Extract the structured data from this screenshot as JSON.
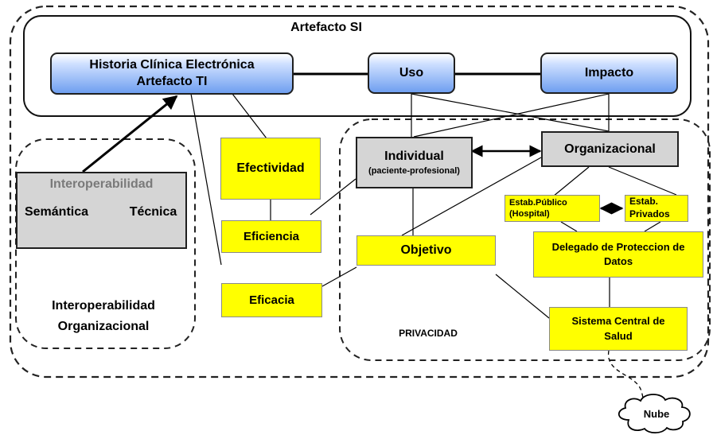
{
  "artefacto_si": {
    "title": "Artefacto SI"
  },
  "hce": {
    "line1": "Historia Clínica Electrónica",
    "line2": "Artefacto TI"
  },
  "uso": {
    "label": "Uso"
  },
  "impacto": {
    "label": "Impacto"
  },
  "interop": {
    "title": "Interoperabilidad",
    "semantica": "Semántica",
    "tecnica": "Técnica",
    "org_line1": "Interoperabilidad",
    "org_line2": "Organizacional"
  },
  "efectividad": {
    "label": "Efectividad"
  },
  "eficiencia": {
    "label": "Eficiencia"
  },
  "eficacia": {
    "label": "Eficacia"
  },
  "individual": {
    "line1": "Individual",
    "line2": "(paciente-profesional)"
  },
  "organizacional": {
    "label": "Organizacional"
  },
  "estab_publico": {
    "line1": "Estab.Público",
    "line2": "(Hospital)"
  },
  "estab_privados": {
    "line1": "Estab.",
    "line2": "Privados"
  },
  "delegado": {
    "line1": "Delegado de Proteccion de",
    "line2": "Datos"
  },
  "objetivo": {
    "label": "Objetivo"
  },
  "sistema_central": {
    "line1": "Sistema Central de",
    "line2": "Salud"
  },
  "privacidad": {
    "label": "PRIVACIDAD"
  },
  "nube": {
    "label": "Nube"
  },
  "colors": {
    "blue_gradient": "#6f9ff0",
    "yellow": "#ffff00",
    "gray": "#d5d5d5",
    "line": "#1f1f1f"
  }
}
